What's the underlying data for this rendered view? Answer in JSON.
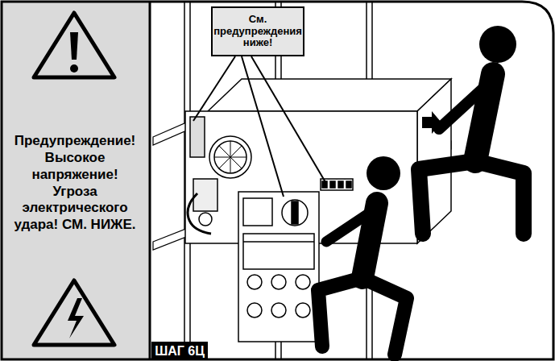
{
  "diagram": {
    "nodes": [
      {
        "text": [
          "Предупреждение! Высокое напряжение! Угроза электрического удара! СМ. НИЖЕ."
        ]
      },
      {
        "text": [
          "См. предупреждения ниже!"
        ]
      },
      {
        "text": [
          "ШАГ 6Ц"
        ]
      }
    ]
  }
}
